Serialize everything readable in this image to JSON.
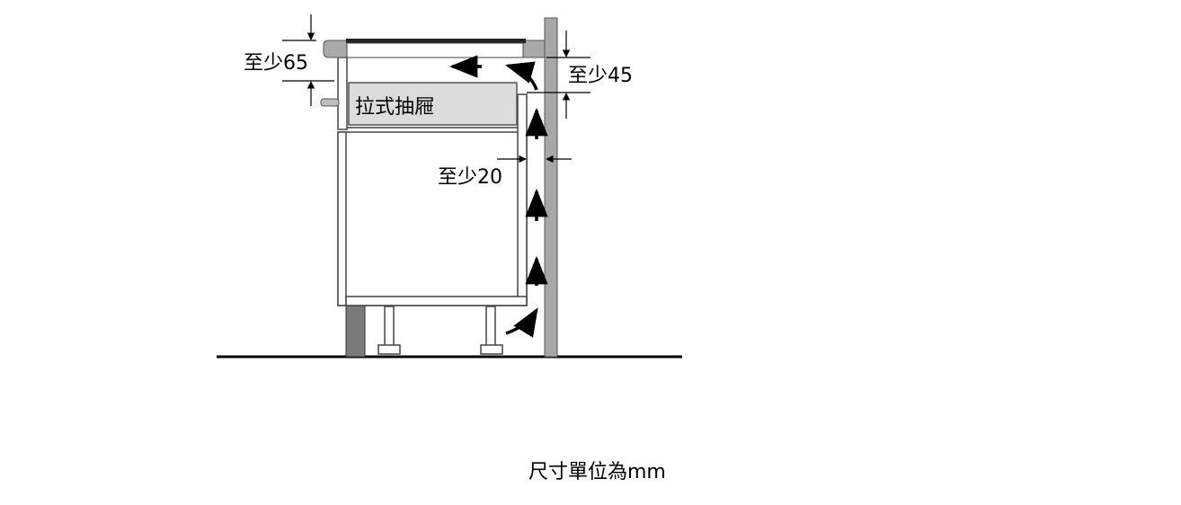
{
  "diagram": {
    "labels": {
      "drawer": "拉式抽屜",
      "top_gap": "至少65",
      "wall_gap_top": "至少45",
      "side_gap": "至少20",
      "unit_note": "尺寸單位為mm"
    }
  }
}
